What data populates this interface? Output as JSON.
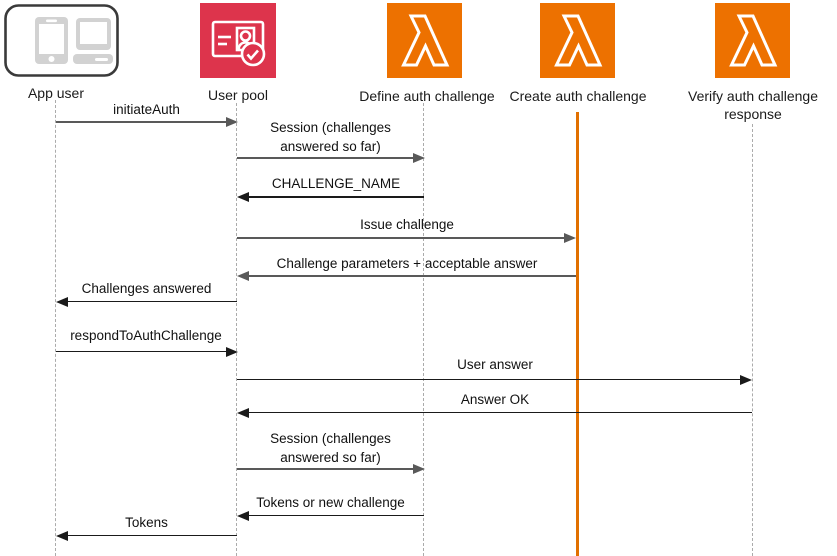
{
  "colors": {
    "lambda_orange": "#ED7100",
    "user_pool_red": "#DD344C",
    "active_lifeline_orange": "#E17000",
    "arrow_gray": "#595959",
    "arrow_black": "#1a1a1a",
    "lifeline_gray": "#ababab"
  },
  "actors": [
    {
      "label": "App user",
      "icon": "devices-icon"
    },
    {
      "label": "User pool",
      "icon": "id-card-user-check-icon"
    },
    {
      "label": "Define auth challenge",
      "icon": "aws-lambda-icon"
    },
    {
      "label": "Create auth challenge",
      "icon": "aws-lambda-icon"
    },
    {
      "label": "Verify auth challenge",
      "label_line2": "response",
      "icon": "aws-lambda-icon"
    }
  ],
  "messages": [
    {
      "from": "App user",
      "to": "User pool",
      "label": "initiateAuth"
    },
    {
      "from": "User pool",
      "to": "Define auth challenge",
      "label": "Session (challenges answered so far)",
      "line1": "Session (challenges",
      "line2": "answered so far)"
    },
    {
      "from": "Define auth challenge",
      "to": "User pool",
      "label": "CHALLENGE_NAME"
    },
    {
      "from": "User pool",
      "to": "Create auth challenge",
      "label": "Issue challenge"
    },
    {
      "from": "Create auth challenge",
      "to": "User pool",
      "label": "Challenge parameters + acceptable answer"
    },
    {
      "from": "User pool",
      "to": "App user",
      "label": "Challenges answered"
    },
    {
      "from": "App user",
      "to": "User pool",
      "label": "respondToAuthChallenge"
    },
    {
      "from": "User pool",
      "to": "Verify auth challenge response",
      "label": "User answer"
    },
    {
      "from": "Verify auth challenge response",
      "to": "User pool",
      "label": "Answer OK"
    },
    {
      "from": "User pool",
      "to": "Define auth challenge",
      "label": "Session (challenges answered so far)",
      "line1": "Session (challenges",
      "line2": "answered so far)"
    },
    {
      "from": "Define auth challenge",
      "to": "User pool",
      "label": "Tokens or new challenge"
    },
    {
      "from": "User pool",
      "to": "App user",
      "label": "Tokens"
    }
  ]
}
